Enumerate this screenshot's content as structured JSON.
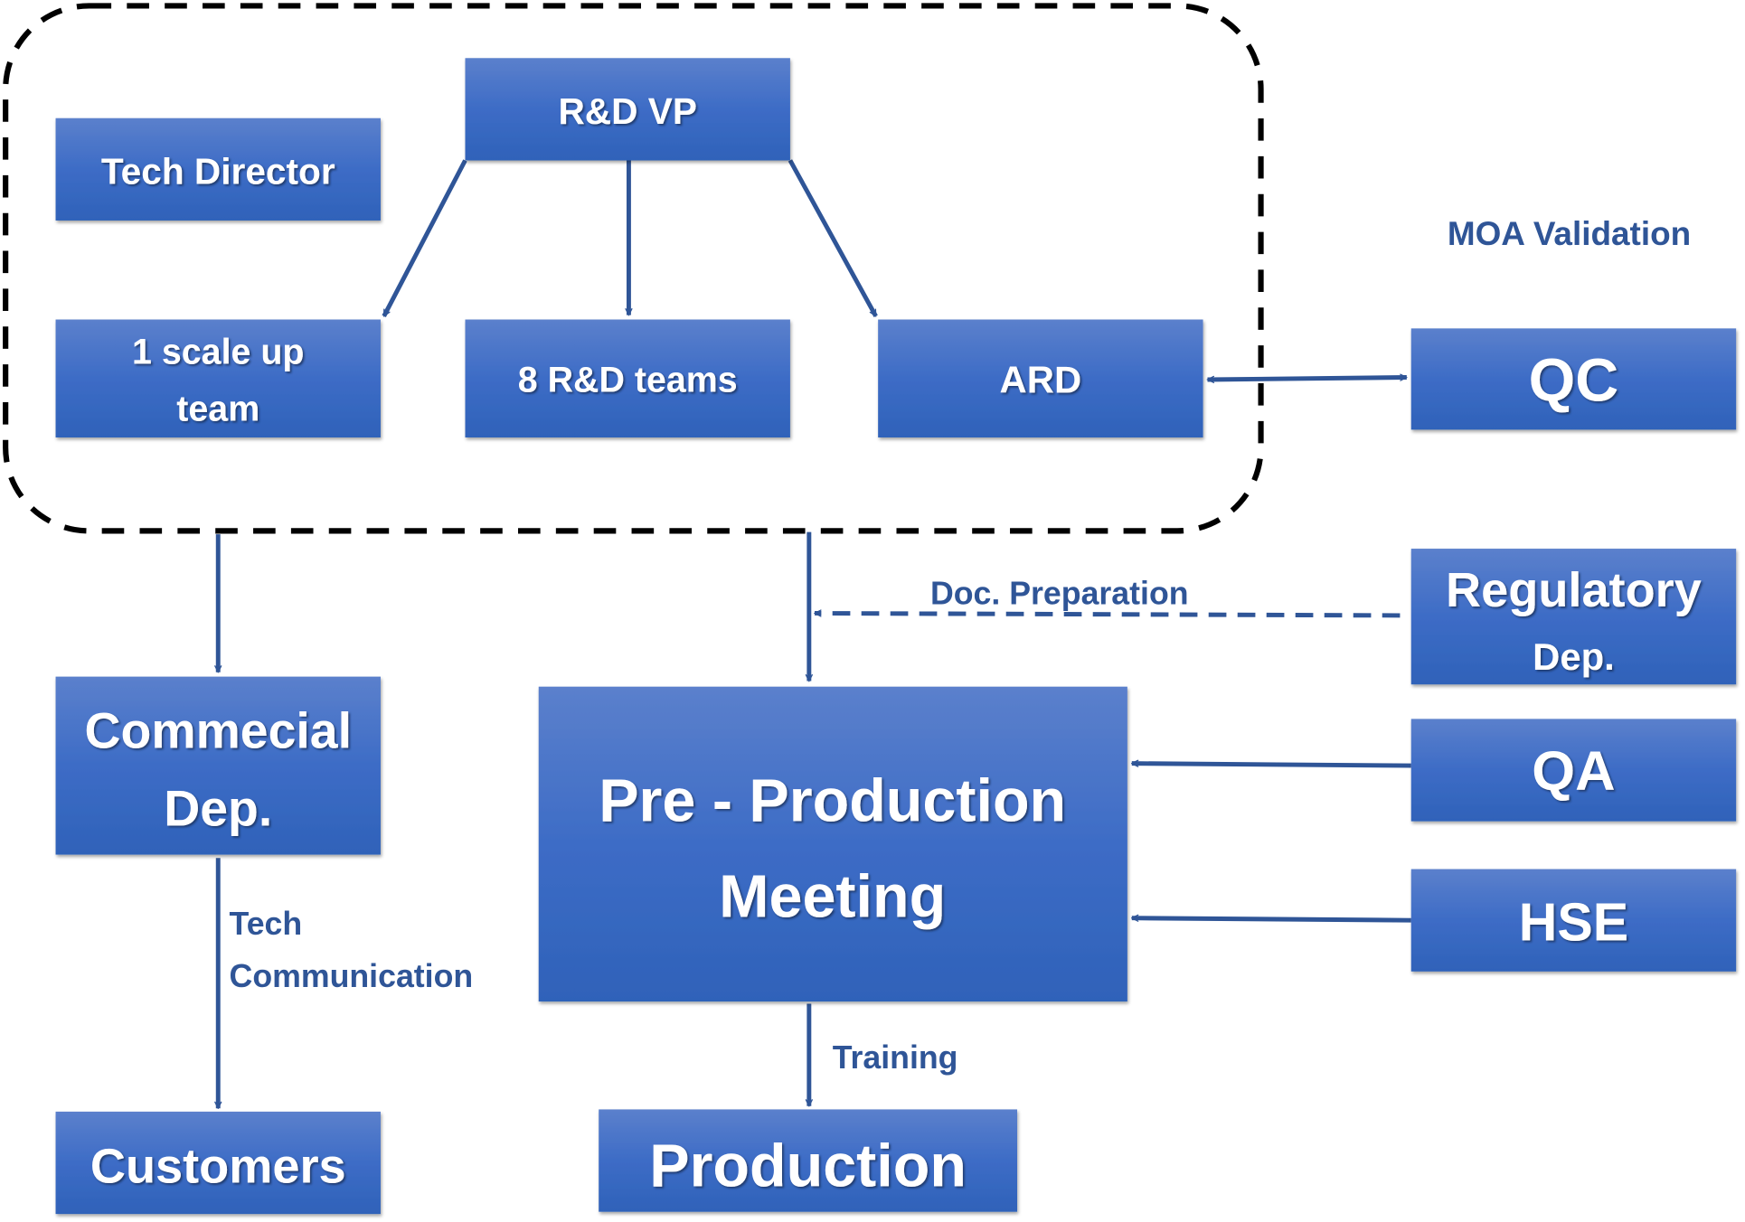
{
  "colors": {
    "box_top": "#5b80cc",
    "box_bottom": "#2f62b9",
    "arrow": "#2f5597",
    "label": "#2f5597",
    "boundary": "#000000"
  },
  "boxes": {
    "tech_director": "Tech Director",
    "rd_vp": "R&D VP",
    "scale_up": [
      "1 scale up",
      "team"
    ],
    "rd_teams": "8 R&D teams",
    "ard": "ARD",
    "qc": "QC",
    "regulatory": [
      "Regulatory",
      "Dep."
    ],
    "qa": "QA",
    "hse": "HSE",
    "commercial": [
      "Commecial",
      "Dep."
    ],
    "pre_production": [
      "Pre - Production",
      "Meeting"
    ],
    "customers": "Customers",
    "production": "Production"
  },
  "labels": {
    "moa_validation": "MOA Validation",
    "doc_preparation": "Doc. Preparation",
    "tech_communication": [
      "Tech",
      "Communication"
    ],
    "training": "Training"
  }
}
